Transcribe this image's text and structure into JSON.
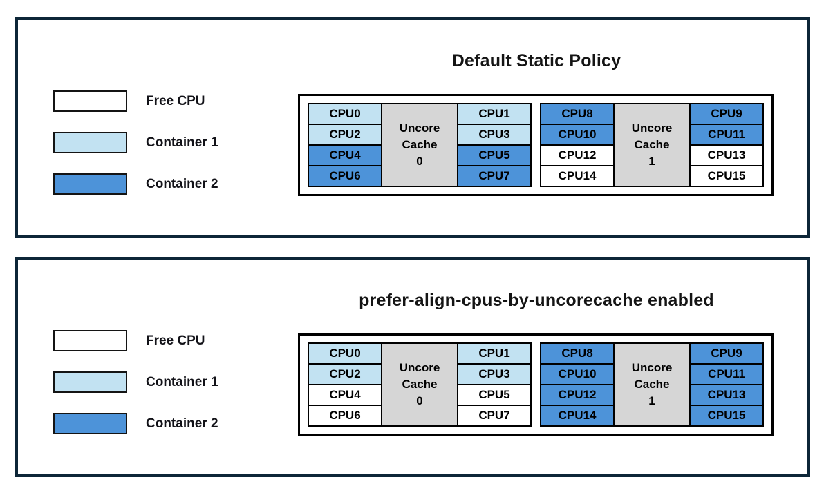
{
  "colors": {
    "panel_border": "#0d2638",
    "diagram_border": "#000000",
    "cell_border": "#000000",
    "uncore_bg": "#d6d6d6",
    "free": "#ffffff",
    "container1": "#c2e2f2",
    "container2": "#4d93d9",
    "text": "#141414"
  },
  "legend": [
    {
      "label": "Free CPU",
      "state": "free"
    },
    {
      "label": "Container 1",
      "state": "container1"
    },
    {
      "label": "Container 2",
      "state": "container2"
    }
  ],
  "panels": [
    {
      "title": "Default Static Policy",
      "groups": [
        {
          "uncore_label": "Uncore\nCache\n0",
          "left": [
            {
              "label": "CPU0",
              "state": "container1"
            },
            {
              "label": "CPU2",
              "state": "container1"
            },
            {
              "label": "CPU4",
              "state": "container2"
            },
            {
              "label": "CPU6",
              "state": "container2"
            }
          ],
          "right": [
            {
              "label": "CPU1",
              "state": "container1"
            },
            {
              "label": "CPU3",
              "state": "container1"
            },
            {
              "label": "CPU5",
              "state": "container2"
            },
            {
              "label": "CPU7",
              "state": "container2"
            }
          ]
        },
        {
          "uncore_label": "Uncore\nCache\n1",
          "left": [
            {
              "label": "CPU8",
              "state": "container2"
            },
            {
              "label": "CPU10",
              "state": "container2"
            },
            {
              "label": "CPU12",
              "state": "free"
            },
            {
              "label": "CPU14",
              "state": "free"
            }
          ],
          "right": [
            {
              "label": "CPU9",
              "state": "container2"
            },
            {
              "label": "CPU11",
              "state": "container2"
            },
            {
              "label": "CPU13",
              "state": "free"
            },
            {
              "label": "CPU15",
              "state": "free"
            }
          ]
        }
      ]
    },
    {
      "title": "prefer-align-cpus-by-uncorecache enabled",
      "groups": [
        {
          "uncore_label": "Uncore\nCache\n0",
          "left": [
            {
              "label": "CPU0",
              "state": "container1"
            },
            {
              "label": "CPU2",
              "state": "container1"
            },
            {
              "label": "CPU4",
              "state": "free"
            },
            {
              "label": "CPU6",
              "state": "free"
            }
          ],
          "right": [
            {
              "label": "CPU1",
              "state": "container1"
            },
            {
              "label": "CPU3",
              "state": "container1"
            },
            {
              "label": "CPU5",
              "state": "free"
            },
            {
              "label": "CPU7",
              "state": "free"
            }
          ]
        },
        {
          "uncore_label": "Uncore\nCache\n1",
          "left": [
            {
              "label": "CPU8",
              "state": "container2"
            },
            {
              "label": "CPU10",
              "state": "container2"
            },
            {
              "label": "CPU12",
              "state": "container2"
            },
            {
              "label": "CPU14",
              "state": "container2"
            }
          ],
          "right": [
            {
              "label": "CPU9",
              "state": "container2"
            },
            {
              "label": "CPU11",
              "state": "container2"
            },
            {
              "label": "CPU13",
              "state": "container2"
            },
            {
              "label": "CPU15",
              "state": "container2"
            }
          ]
        }
      ]
    }
  ]
}
